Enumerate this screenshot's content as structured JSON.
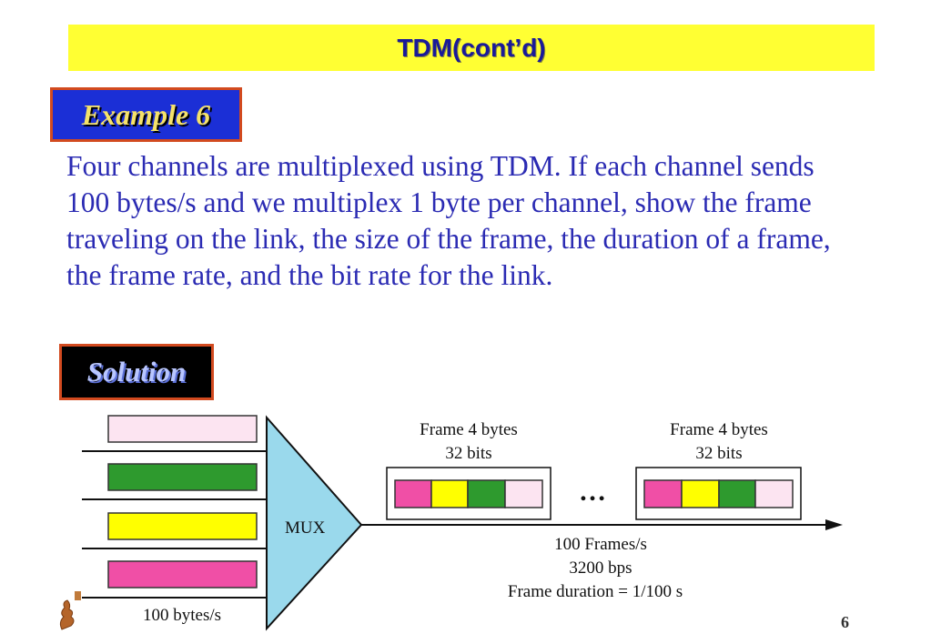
{
  "slide": {
    "title": "TDM(cont’d)",
    "example_label": "Example 6",
    "problem_text": "Four channels are multiplexed using TDM. If each channel sends 100 bytes/s and we multiplex 1 byte per channel, show the frame traveling on the link, the size of the frame, the duration of a frame, the frame rate, and the bit rate for the link.",
    "solution_label": "Solution",
    "page_number": "6"
  },
  "diagram": {
    "input_rate": "100 bytes/s",
    "mux_label": "MUX",
    "frame1_label": "Frame  4 bytes",
    "frame1_bits": "32 bits",
    "frame2_label": "Frame  4 bytes",
    "frame2_bits": "32 bits",
    "ellipsis": "…",
    "frames_per_sec": "100 Frames/s",
    "bps": "3200 bps",
    "frame_duration": "Frame duration = 1/100 s",
    "channel_colors": [
      "#fce4f1",
      "#2e9a2e",
      "#ffff00",
      "#f04fa6"
    ],
    "frame_colors": [
      "#f04fa6",
      "#ffff00",
      "#2e9a2e",
      "#fce4f1"
    ],
    "mux_color": "#9ad9ec"
  }
}
